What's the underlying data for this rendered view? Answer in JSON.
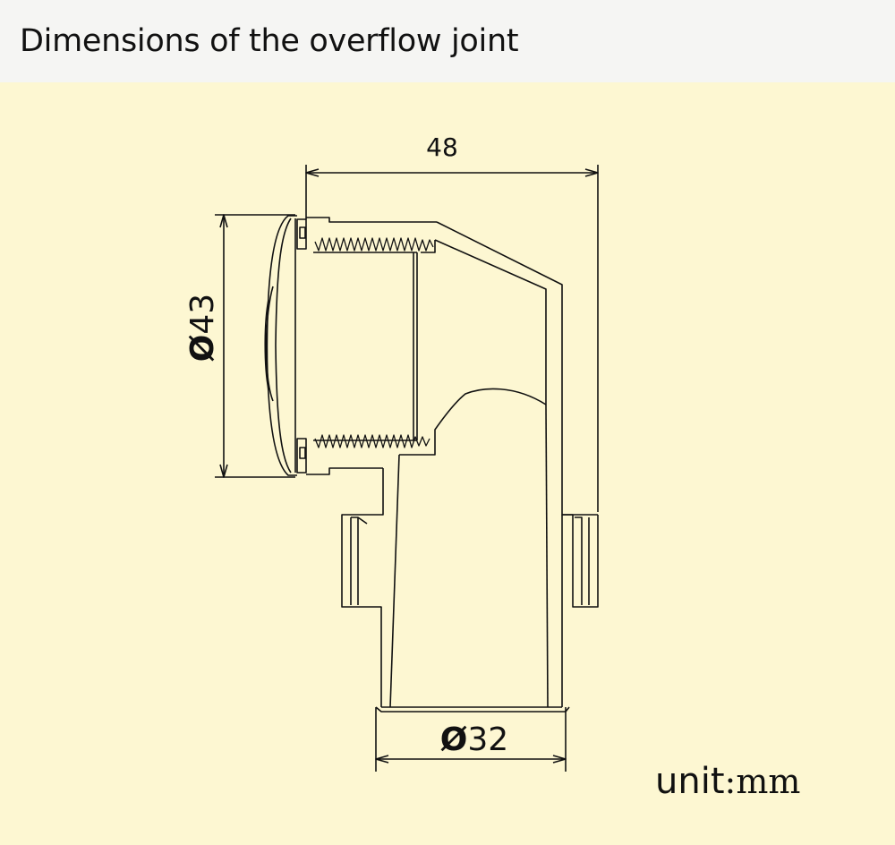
{
  "header": {
    "title": "Dimensions of the overflow joint"
  },
  "dimensions": {
    "width": "48",
    "cap_diameter_symbol": "Ø",
    "cap_diameter": "43",
    "outlet_diameter_symbol": "Ø",
    "outlet_diameter": "32"
  },
  "unit": {
    "label": "unit",
    "separator": ":",
    "value": "mm"
  },
  "colors": {
    "background": "#fdf7d2",
    "header_bg": "#f5f5f3",
    "line": "#111111"
  }
}
